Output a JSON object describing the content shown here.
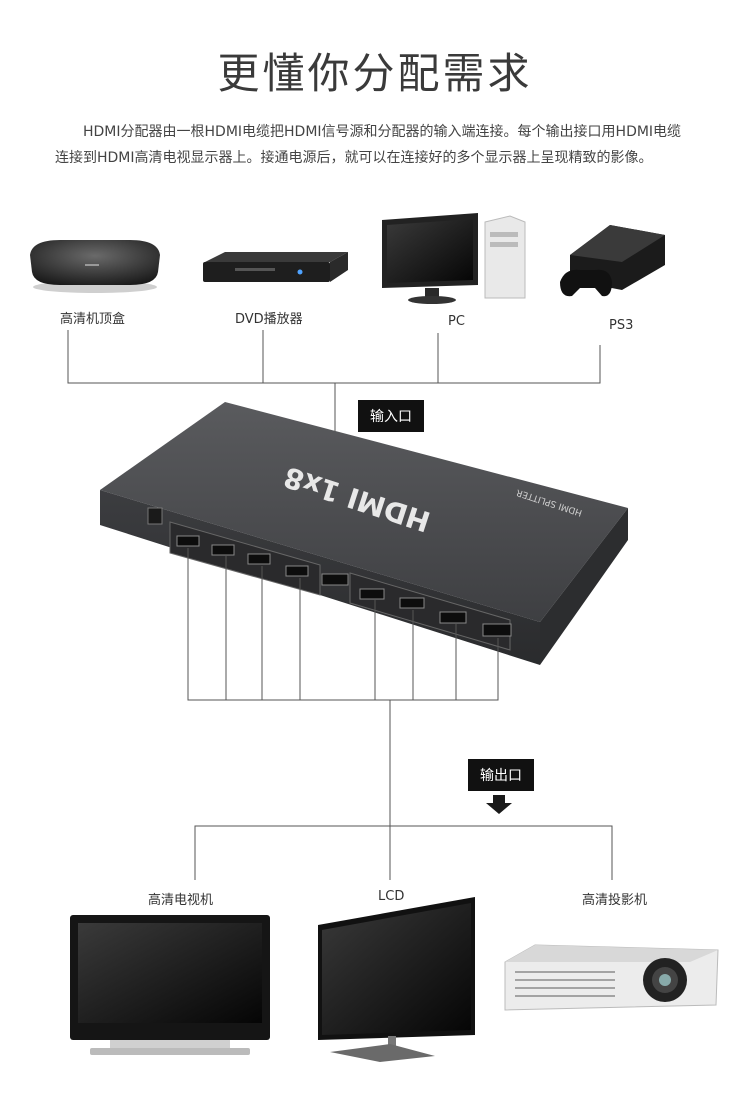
{
  "title": "更懂你分配需求",
  "description": "HDMI分配器由一根HDMI电缆把HDMI信号源和分配器的输入端连接。每个输出接口用HDMI电缆连接到HDMI高清电视显示器上。接通电源后，就可以在连接好的多个显示器上呈现精致的影像。",
  "sources": [
    {
      "label": "高清机顶盒",
      "icon": "set-top-box-icon"
    },
    {
      "label": "DVD播放器",
      "icon": "dvd-player-icon"
    },
    {
      "label": "PC",
      "icon": "desktop-pc-icon"
    },
    {
      "label": "PS3",
      "icon": "game-console-icon"
    }
  ],
  "input_tag": "输入口",
  "output_tag": "输出口",
  "device": {
    "brand_text": "HDMI 1x8",
    "sub_text": "HDMI SPLITTER"
  },
  "outputs": [
    {
      "label": "高清电视机",
      "icon": "hdtv-icon"
    },
    {
      "label": "LCD",
      "icon": "lcd-monitor-icon"
    },
    {
      "label": "高清投影机",
      "icon": "projector-icon"
    }
  ],
  "colors": {
    "line": "#555555",
    "tag_bg": "#111111",
    "device": "#4a4b4d"
  }
}
